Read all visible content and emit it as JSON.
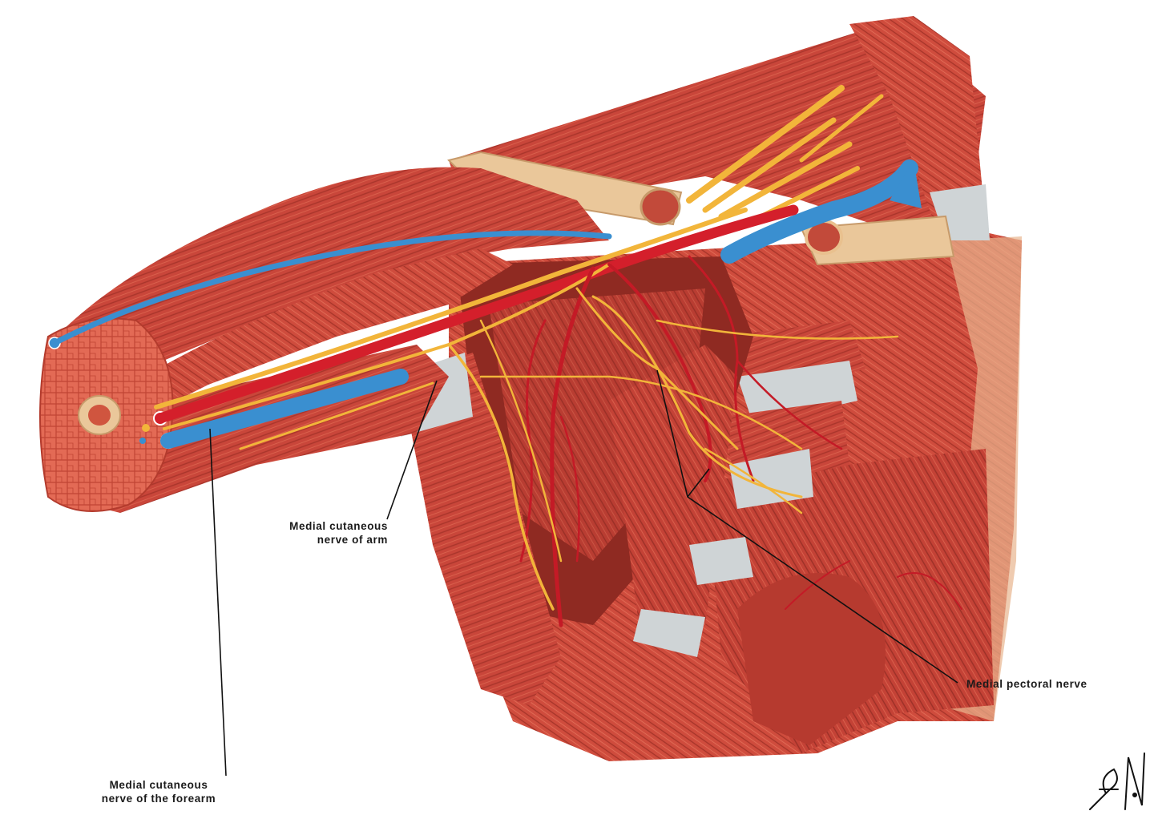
{
  "labels": {
    "medial_cutaneous_arm": {
      "line1": "Medial cutaneous",
      "line2": "nerve of arm"
    },
    "medial_cutaneous_forearm": {
      "line1": "Medial cutaneous",
      "line2": "nerve of the forearm"
    },
    "medial_pectoral": {
      "text": "Medial pectoral nerve"
    }
  },
  "colors": {
    "muscle": "#c9463a",
    "muscle_dark": "#8e2a22",
    "muscle_light": "#e0705c",
    "tendon": "#c9ced0",
    "bone": "#eac79a",
    "fat": "#f1c48e",
    "artery": "#d41f2b",
    "vein": "#3a8fd0",
    "nerve": "#f2b53a",
    "leader": "#111111"
  },
  "signature_text": "F.N."
}
